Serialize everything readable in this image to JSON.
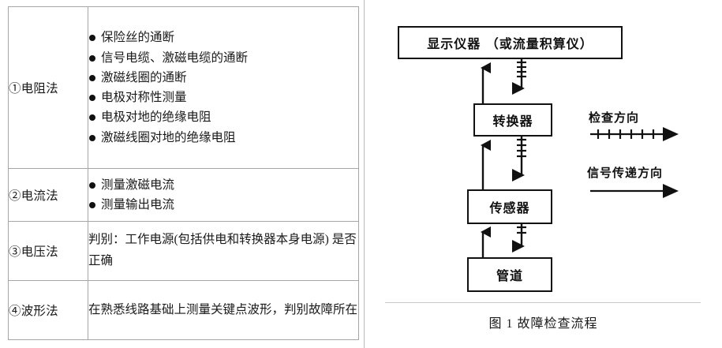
{
  "table": {
    "rows": [
      {
        "method": "①电阻法",
        "kind": "bullets",
        "items": [
          "保险丝的通断",
          "信号电缆、激磁电缆的通断",
          "激磁线圈的通断",
          "电极对称性测量",
          "电极对地的绝缘电阻",
          "激磁线圈对地的绝缘电阻"
        ]
      },
      {
        "method": "②电流法",
        "kind": "bullets",
        "items": [
          "测量激磁电流",
          "测量输出电流"
        ]
      },
      {
        "method": "③电压法",
        "kind": "paragraph",
        "text": "判别：工作电源(包括供电和转换器本身电源) 是否正确"
      },
      {
        "method": "④波形法",
        "kind": "paragraph",
        "text": "在熟悉线路基础上测量关键点波形，判别故障所在"
      }
    ]
  },
  "diagram": {
    "nodes": {
      "display": "显示仪器 （或流量积算仪）",
      "converter": "转换器",
      "sensor": "传感器",
      "pipe": "管道"
    },
    "legend": {
      "check_direction": "检查方向",
      "signal_direction": "信号传递方向"
    },
    "caption": "图 1 故障检查流程",
    "colors": {
      "stroke": "#111111",
      "node_fill": "#ffffff",
      "rule": "#c8c8c8",
      "table_border": "#a6a6a6"
    }
  }
}
